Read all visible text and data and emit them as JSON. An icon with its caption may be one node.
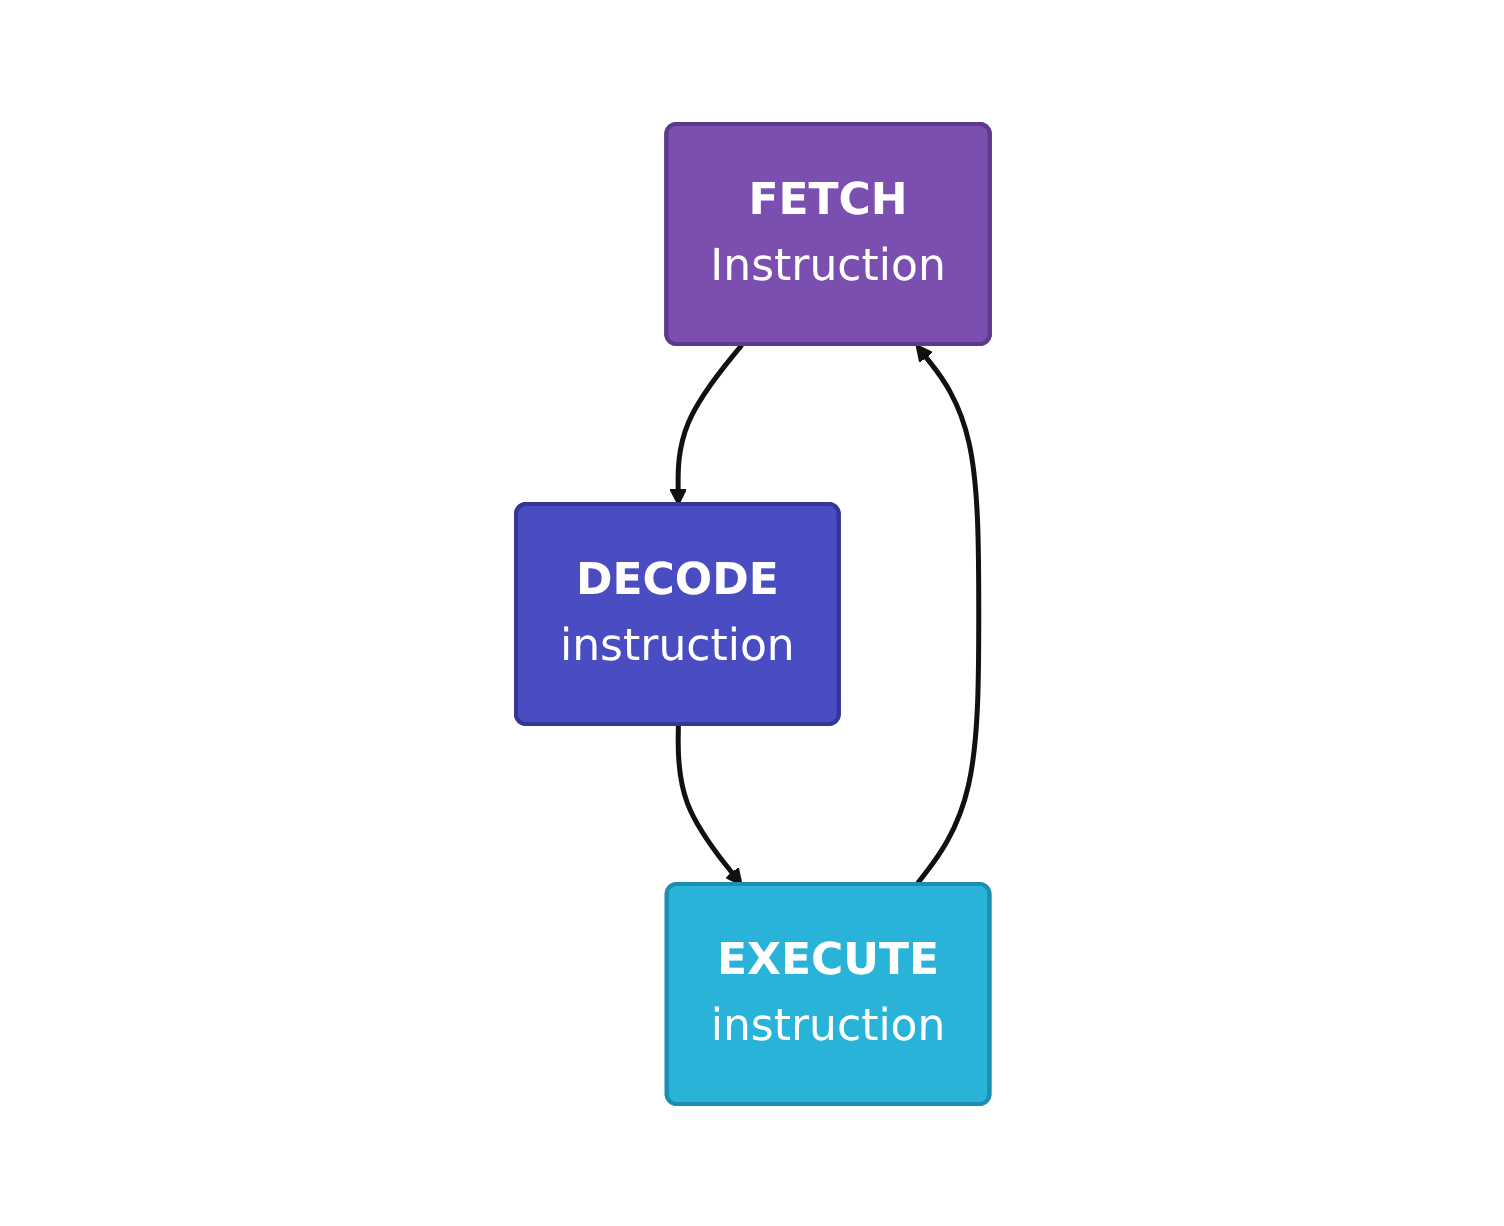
{
  "diagram": {
    "nodes": [
      {
        "text": [
          "FETCH",
          "Instruction"
        ]
      },
      {
        "text": [
          "DECODE",
          "instruction"
        ]
      },
      {
        "text": [
          "EXECUTE",
          "instruction"
        ]
      }
    ],
    "edges": [
      {
        "from": 0,
        "to": 1,
        "arrow": "to"
      },
      {
        "from": 1,
        "to": 2,
        "arrow": "to"
      },
      {
        "from": 2,
        "to": 0,
        "arrow": "to"
      }
    ]
  }
}
